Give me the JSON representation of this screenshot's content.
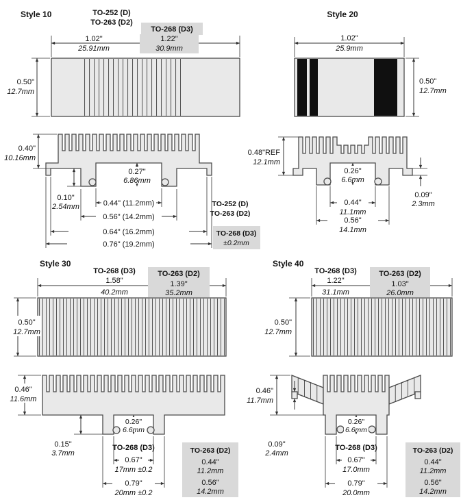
{
  "s10": {
    "title": "Style 10",
    "pkg1": "TO-252 (D)",
    "pkg2": "TO-263 (D2)",
    "pkg3": "TO-268 (D3)",
    "w1_in": "1.02\"",
    "w1_mm": "25.91mm",
    "w2_in": "1.22\"",
    "w2_mm": "30.9mm",
    "h_in": "0.50\"",
    "h_mm": "12.7mm",
    "xh_in": "0.40\"",
    "xh_mm": "10.16mm",
    "cav_in": "0.27\"",
    "cav_mm": "6.86mm",
    "foot_in": "0.10\"",
    "foot_mm": "2.54mm",
    "d1": "0.44\" (11.2mm)",
    "d2": "0.56\" (14.2mm)",
    "d1d2_lbl1": "TO-252 (D)",
    "d1d2_lbl2": "TO-263 (D2)",
    "d3": "0.64\" (16.2mm)",
    "d4": "0.76\" (19.2mm)",
    "d3d4_lbl1": "TO-268 (D3)",
    "d3d4_lbl2": "±0.2mm"
  },
  "s20": {
    "title": "Style 20",
    "w_in": "1.02\"",
    "w_mm": "25.9mm",
    "h_in": "0.50\"",
    "h_mm": "12.7mm",
    "xh_in": "0.48\"REF",
    "xh_mm": "12.1mm",
    "cav_in": "0.26\"",
    "cav_mm": "6.6mm",
    "foot_in": "0.09\"",
    "foot_mm": "2.3mm",
    "d1_in": "0.44\"",
    "d1_mm": "11.1mm",
    "d2_in": "0.56\"",
    "d2_mm": "14.1mm"
  },
  "s30": {
    "title": "Style 30",
    "pkgA": "TO-268 (D3)",
    "wA_in": "1.58\"",
    "wA_mm": "40.2mm",
    "pkgB": "TO-263 (D2)",
    "wB_in": "1.39\"",
    "wB_mm": "35.2mm",
    "h_in": "0.50\"",
    "h_mm": "12.7mm",
    "xh_in": "0.46\"",
    "xh_mm": "11.6mm",
    "cav_in": "0.26\"",
    "cav_mm": "6.6mm",
    "foot_in": "0.15\"",
    "foot_mm": "3.7mm",
    "d3_lbl": "TO-268 (D3)",
    "d1_in": "0.67\"",
    "d1_mm": "17mm ±0.2",
    "d2_in": "0.79\"",
    "d2_mm": "20mm ±0.2",
    "d2box_lbl": "TO-263 (D2)",
    "b1_in": "0.44\"",
    "b1_mm": "11.2mm",
    "b2_in": "0.56\"",
    "b2_mm": "14.2mm"
  },
  "s40": {
    "title": "Style 40",
    "pkgA": "TO-268 (D3)",
    "wA_in": "1.22\"",
    "wA_mm": "31.1mm",
    "pkgB": "TO-263 (D2)",
    "wB_in": "1.03\"",
    "wB_mm": "26.0mm",
    "h_in": "0.50\"",
    "h_mm": "12.7mm",
    "xh_in": "0.46\"",
    "xh_mm": "11.7mm",
    "cav_in": "0.26\"",
    "cav_mm": "6.6mm",
    "foot_in": "0.09\"",
    "foot_mm": "2.4mm",
    "d3_lbl": "TO-268 (D3)",
    "d1_in": "0.67\"",
    "d1_mm": "17.0mm",
    "d2_in": "0.79\"",
    "d2_mm": "20.0mm",
    "d2box_lbl": "TO-263 (D2)",
    "b1_in": "0.44\"",
    "b1_mm": "11.2mm",
    "b2_in": "0.56\"",
    "b2_mm": "14.2mm"
  }
}
